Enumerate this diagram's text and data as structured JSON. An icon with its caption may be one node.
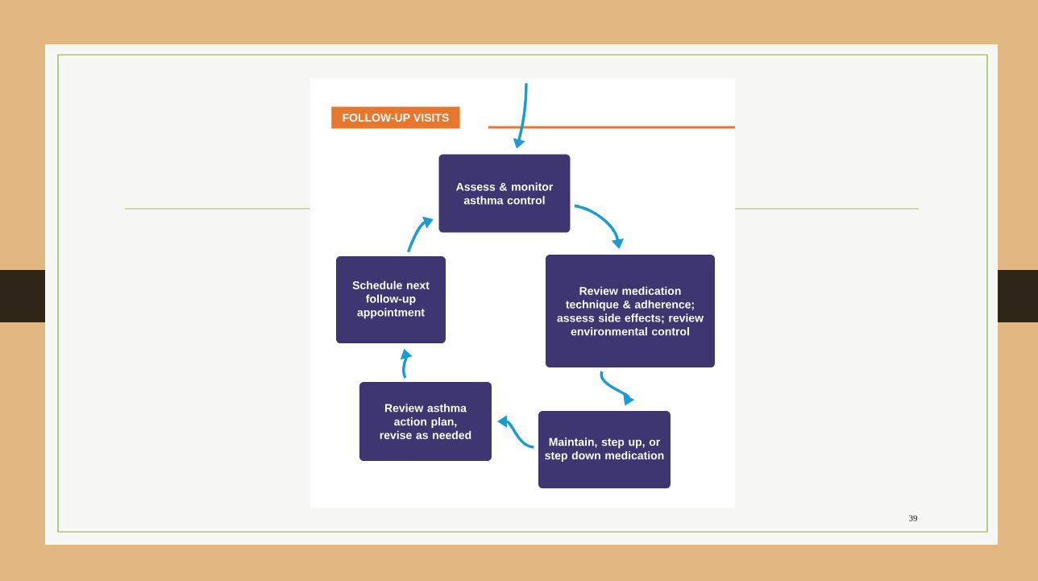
{
  "diagram": {
    "title": "FOLLOW-UP VISITS",
    "nodes": [
      {
        "text": [
          "Assess & monitor asthma control"
        ]
      },
      {
        "text": [
          "Review medication technique & adherence; assess side effects; review environmental control"
        ]
      },
      {
        "text": [
          "Maintain, step up, or step down medication"
        ]
      },
      {
        "text": [
          "Review asthma action plan, revise as needed"
        ]
      },
      {
        "text": [
          "Schedule next follow-up appointment"
        ]
      }
    ],
    "edges": [
      {
        "from": null,
        "to": 0,
        "arrow": "to"
      },
      {
        "from": 0,
        "to": 1,
        "arrow": "to"
      },
      {
        "from": 1,
        "to": 2,
        "arrow": "to"
      },
      {
        "from": 2,
        "to": 3,
        "arrow": "to"
      },
      {
        "from": 3,
        "to": 4,
        "arrow": "to"
      },
      {
        "from": 4,
        "to": 0,
        "arrow": "to"
      }
    ],
    "labels": [
      "39"
    ]
  }
}
